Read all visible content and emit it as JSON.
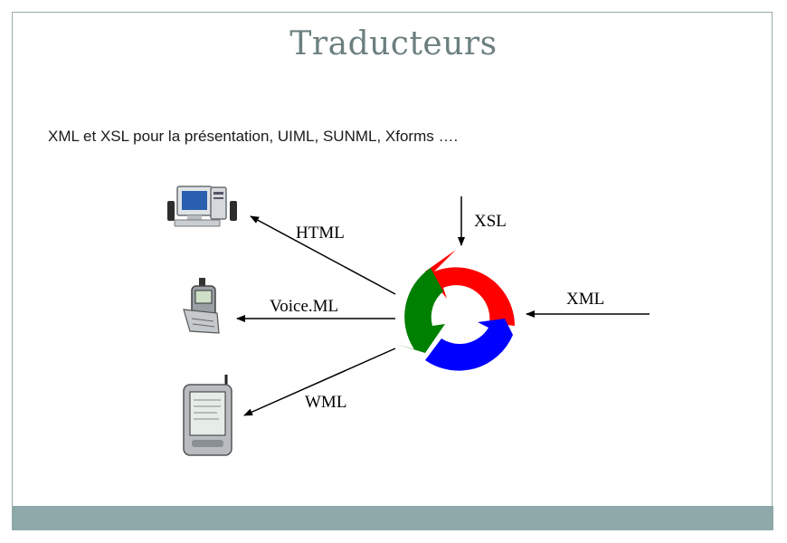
{
  "title": "Traducteurs",
  "subtitle": "XML et XSL pour la présentation, UIML, SUNML, Xforms ….",
  "labels": {
    "html": "HTML",
    "voiceml": "Voice.ML",
    "wml": "WML",
    "xsl": "XSL",
    "xml": "XML"
  },
  "colors": {
    "title": "#6c7f7f",
    "footer": "#8fa8aa",
    "cycle_red": "#ff0000",
    "cycle_green": "#008000",
    "cycle_blue": "#0000ff"
  },
  "icons": [
    "desktop-computer-icon",
    "mobile-phone-icon",
    "pda-icon",
    "cycle-arrows-icon"
  ]
}
